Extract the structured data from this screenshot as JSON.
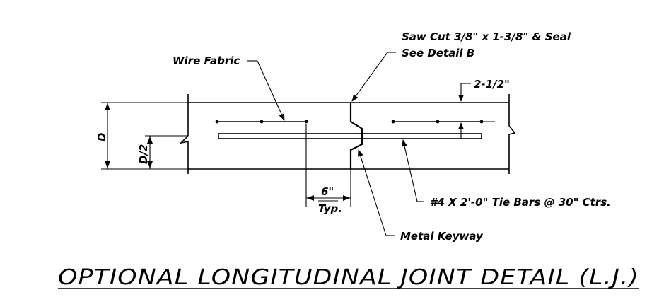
{
  "drawing": {
    "title": "OPTIONAL LONGITUDINAL JOINT DETAIL (L.J.)",
    "labels": {
      "saw_cut_line1": "Saw Cut 3/8\" x 1-3/8\" & Seal",
      "saw_cut_line2": "See Detail B",
      "wire_fabric": "Wire Fabric",
      "cover": "2-1/2\"",
      "depth": "D",
      "half_depth": "D/2",
      "spacing": "6\"",
      "typical": "Typ.",
      "tie_bars": "#4 X 2'-0\" Tie Bars @ 30\" Ctrs.",
      "keyway": "Metal Keyway"
    }
  }
}
